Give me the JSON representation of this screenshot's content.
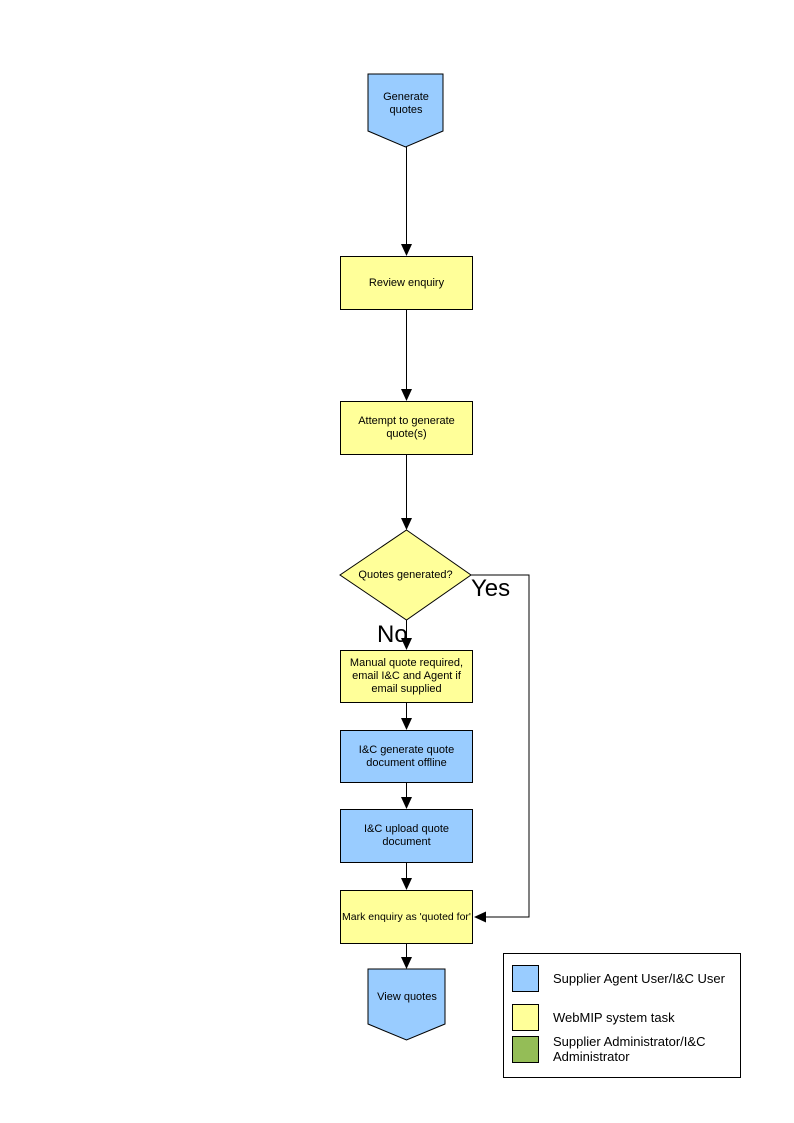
{
  "colors": {
    "agent_user_task": "#99CCFF",
    "system_task": "#FFFF99",
    "admin_task": "#94BD57",
    "line": "#000000"
  },
  "nodes": {
    "start": {
      "label": "Generate quotes"
    },
    "review": {
      "label": "Review enquiry"
    },
    "attempt": {
      "label": "Attempt to generate quote(s)"
    },
    "decision": {
      "label": "Quotes generated?"
    },
    "manual_quote": {
      "label": "Manual quote required, email I&C and Agent if email supplied"
    },
    "generate_offline": {
      "label": "I&C generate quote document offline"
    },
    "upload": {
      "label": "I&C upload quote document"
    },
    "mark_quoted": {
      "label": "Mark enquiry as 'quoted for'"
    },
    "end": {
      "label": "View quotes"
    }
  },
  "branch_labels": {
    "yes": "Yes",
    "no": "No"
  },
  "legend": {
    "items": [
      {
        "label": "Supplier Agent User/I&C User",
        "color": "#99CCFF"
      },
      {
        "label": "WebMIP system task",
        "color": "#FFFF99"
      },
      {
        "label": "Supplier Administrator/I&C Administrator",
        "color": "#94BD57"
      }
    ]
  }
}
